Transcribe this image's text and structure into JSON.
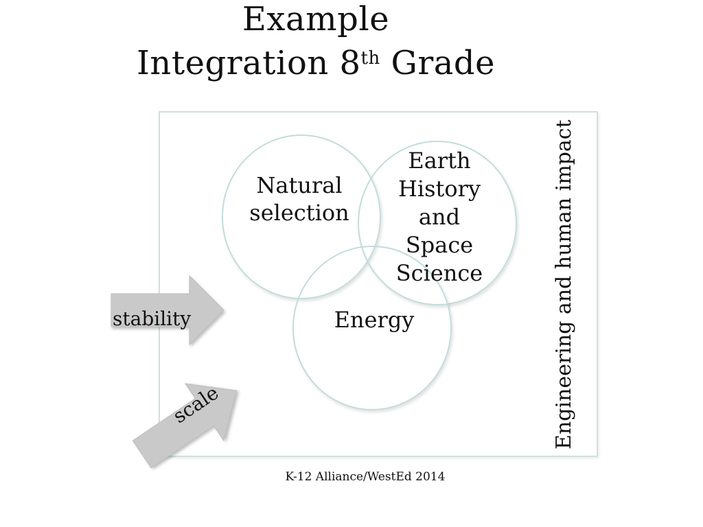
{
  "title": {
    "line1": "Example",
    "line2_prefix": "Integration 8",
    "line2_superscript": "th",
    "line2_suffix": " Grade"
  },
  "diagram": {
    "circles": {
      "natural_selection": [
        "Natural",
        "selection"
      ],
      "earth_space": [
        "Earth",
        "History",
        "and",
        "Space",
        "Science"
      ],
      "energy": "Energy"
    },
    "vertical_label": "Engineering and human impact",
    "arrows": {
      "stability": "stability",
      "scale": "scale"
    },
    "colors": {
      "circle_stroke": "#c4dcdc",
      "frame_stroke": "#cfe0e0",
      "arrow_fill": "#c9c9c9"
    }
  },
  "footer": "K-12 Alliance/WestEd 2014"
}
